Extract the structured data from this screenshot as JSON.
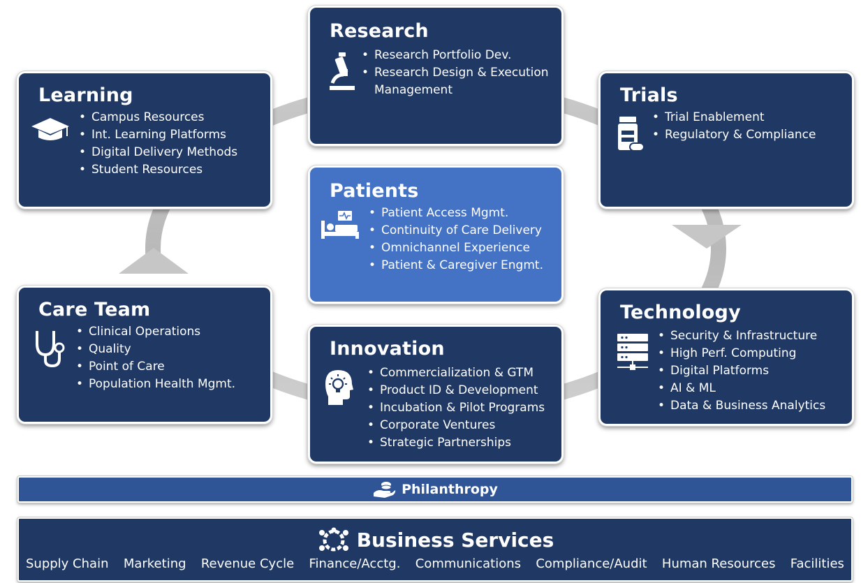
{
  "research": {
    "title": "Research",
    "icon": "microscope-icon",
    "items": [
      "Research Portfolio Dev.",
      "Research Design & Execution Management"
    ]
  },
  "learning": {
    "title": "Learning",
    "icon": "graduation-cap-icon",
    "items": [
      "Campus Resources",
      "Int. Learning Platforms",
      "Digital Delivery Methods",
      "Student Resources"
    ]
  },
  "trials": {
    "title": "Trials",
    "icon": "medicine-bottle-icon",
    "items": [
      "Trial Enablement",
      "Regulatory & Compliance"
    ]
  },
  "patients": {
    "title": "Patients",
    "icon": "hospital-bed-icon",
    "items": [
      "Patient Access Mgmt.",
      "Continuity of Care Delivery",
      "Omnichannel Experience",
      "Patient & Caregiver Engmt."
    ]
  },
  "care_team": {
    "title": "Care Team",
    "icon": "stethoscope-icon",
    "items": [
      "Clinical Operations",
      "Quality",
      "Point of Care",
      "Population Health Mgmt."
    ]
  },
  "technology": {
    "title": "Technology",
    "icon": "server-icon",
    "items": [
      "Security & Infrastructure",
      "High Perf. Computing",
      "Digital Platforms",
      "AI & ML",
      "Data & Business Analytics"
    ]
  },
  "innovation": {
    "title": "Innovation",
    "icon": "lightbulb-head-icon",
    "items": [
      "Commercialization & GTM",
      "Product ID & Development",
      "Incubation & Pilot Programs",
      "Corporate Ventures",
      "Strategic Partnerships"
    ]
  },
  "philanthropy": {
    "label": "Philanthropy",
    "icon": "giving-hand-icon"
  },
  "business_services": {
    "title": "Business Services",
    "icon": "gear-people-icon",
    "items": [
      "Supply Chain",
      "Marketing",
      "Revenue Cycle",
      "Finance/Acctg.",
      "Communications",
      "Compliance/Audit",
      "Human Resources",
      "Facilities"
    ]
  },
  "colors": {
    "card_dark": "#1f3864",
    "card_accent": "#4472c4",
    "bar_philanthropy": "#2f5597",
    "ring_arrow": "#bfbfbf"
  }
}
